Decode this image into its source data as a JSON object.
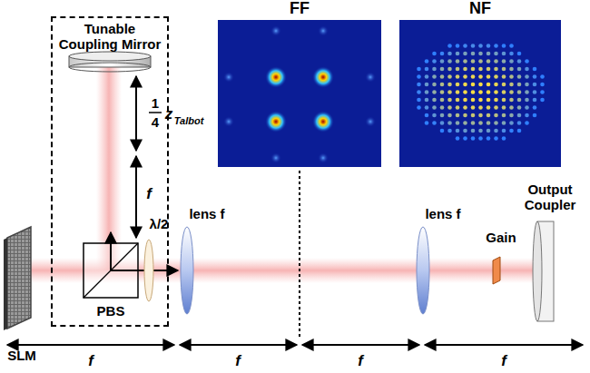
{
  "diagram": {
    "nodes": [
      {
        "text": [
          "Tunable Coupling Mirror"
        ]
      },
      {
        "text": [
          "FF"
        ]
      },
      {
        "text": [
          "NF"
        ]
      }
    ],
    "labels": [
      "1",
      "4",
      "z",
      "Talbot",
      "f",
      "SLM",
      "PBS",
      "λ/2",
      "lens f",
      "lens f",
      "Gain",
      "Output Coupler",
      "f",
      "f",
      "f",
      "f"
    ]
  }
}
